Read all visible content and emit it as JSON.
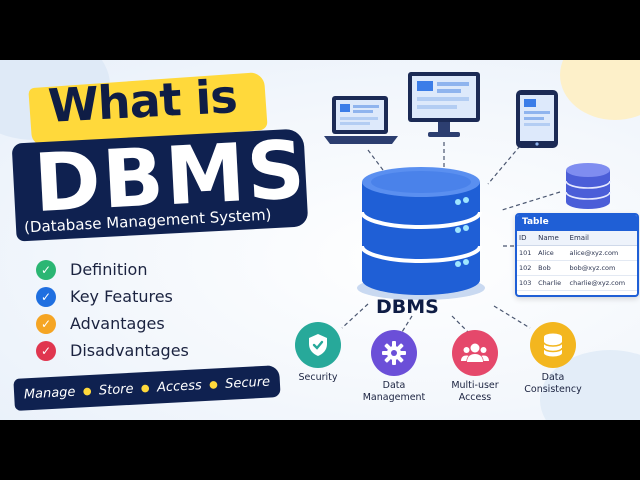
{
  "headline": {
    "line1": "What is",
    "line2": "DBMS",
    "subtitle": "(Database Management System)"
  },
  "checklist": [
    {
      "label": "Definition",
      "color": "#2bb673",
      "icon": "check-icon"
    },
    {
      "label": "Key Features",
      "color": "#1f6fe0",
      "icon": "check-icon"
    },
    {
      "label": "Advantages",
      "color": "#f5a524",
      "icon": "check-icon"
    },
    {
      "label": "Disadvantages",
      "color": "#e0364f",
      "icon": "check-icon"
    }
  ],
  "tags": [
    "Manage",
    "Store",
    "Access",
    "Secure"
  ],
  "database": {
    "label": "DBMS",
    "color": "#1f5fd6"
  },
  "table": {
    "title": "Table",
    "columns": [
      "ID",
      "Name",
      "Email"
    ],
    "rows": [
      [
        "101",
        "Alice",
        "alice@xyz.com"
      ],
      [
        "102",
        "Bob",
        "bob@xyz.com"
      ],
      [
        "103",
        "Charlie",
        "charlie@xyz.com"
      ]
    ]
  },
  "features": [
    {
      "label": "Security",
      "color": "#27a99a",
      "icon": "shield-check-icon"
    },
    {
      "label": "Data\nManagement",
      "color": "#6b4fd8",
      "icon": "gear-icon"
    },
    {
      "label": "Multi-user\nAccess",
      "color": "#e5486b",
      "icon": "users-icon"
    },
    {
      "label": "Data\nConsistency",
      "color": "#f3b61f",
      "icon": "database-icon"
    }
  ],
  "colors": {
    "navy": "#0f2150",
    "yellow": "#ffd93b",
    "blue": "#1f5fd6"
  }
}
